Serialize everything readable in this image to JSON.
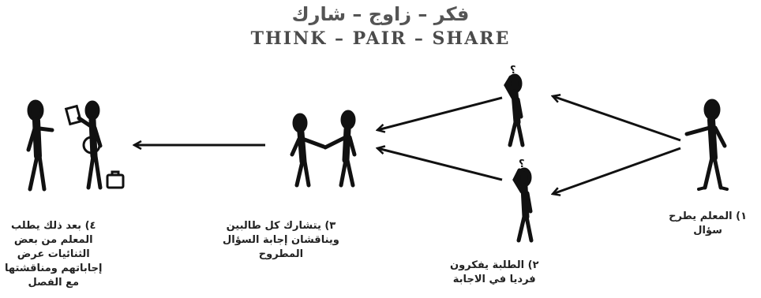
{
  "title": {
    "arabic": "فكر – زاوج – شارك",
    "english": "THINK – PAIR – SHARE"
  },
  "steps": [
    {
      "lines": [
        "١) المعلم يطرح",
        "سؤال"
      ]
    },
    {
      "lines": [
        "٢) الطلبة يفكرون",
        "فرديا في الاجابة"
      ]
    },
    {
      "lines": [
        "٣) يتشارك كل طالبين",
        "ويناقشان إجابة السؤال",
        "المطروح"
      ]
    },
    {
      "lines": [
        "٤) بعد ذلك يطلب",
        "المعلم من بعض",
        "الثنائيات عرض",
        "إجاباتهم ومناقشتها",
        "مع الفصل"
      ]
    }
  ],
  "figures": {
    "question_mark": "؟"
  },
  "colors": {
    "ink": "#111111",
    "title": "#555555"
  }
}
